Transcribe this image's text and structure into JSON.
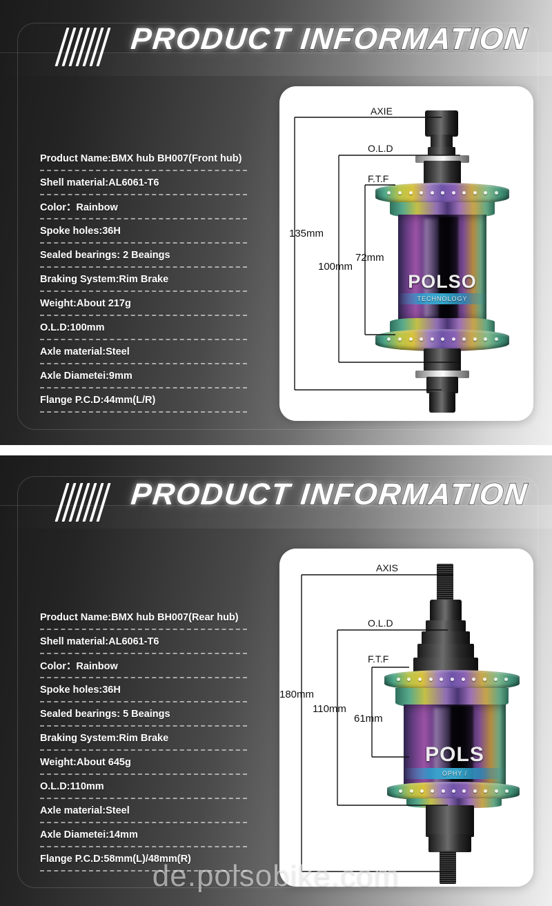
{
  "watermark": "de.polsobike.com",
  "panels": [
    {
      "header_title": "PRODUCT INFORMATION",
      "specs": [
        "Product Name:BMX hub BH007(Front hub)",
        "Shell material:AL6061-T6",
        "Color：Rainbow",
        "Spoke holes:36H",
        "Sealed bearings: 2 Beaings",
        "Braking System:Rim Brake",
        "Weight:About 217g",
        "O.L.D:100mm",
        "Axle material:Steel",
        "Axle Diametei:9mm",
        "Flange P.C.D:44mm(L/R)"
      ],
      "diagram": {
        "callouts": [
          "AXIE",
          "O.L.D",
          "F.T.F"
        ],
        "measures": [
          "135mm",
          "100mm",
          "72mm"
        ]
      },
      "hub": {
        "brand": "POLSO",
        "sub_brand": "TECHNOLOGY"
      }
    },
    {
      "header_title": "PRODUCT INFORMATION",
      "specs": [
        "Product Name:BMX hub BH007(Rear hub)",
        "Shell material:AL6061-T6",
        "Color：Rainbow",
        "Spoke holes:36H",
        "Sealed bearings: 5 Beaings",
        "Braking System:Rim Brake",
        "Weight:About 645g",
        "O.L.D:110mm",
        "Axle material:Steel",
        "Axle Diametei:14mm",
        "Flange P.C.D:58mm(L)/48mm(R)"
      ],
      "diagram": {
        "callouts": [
          "AXIS",
          "O.L.D",
          "F.T.F"
        ],
        "measures": [
          "180mm",
          "110mm",
          "61mm"
        ]
      },
      "hub": {
        "brand": "POLS",
        "sub_brand": "OPHY /"
      }
    }
  ]
}
